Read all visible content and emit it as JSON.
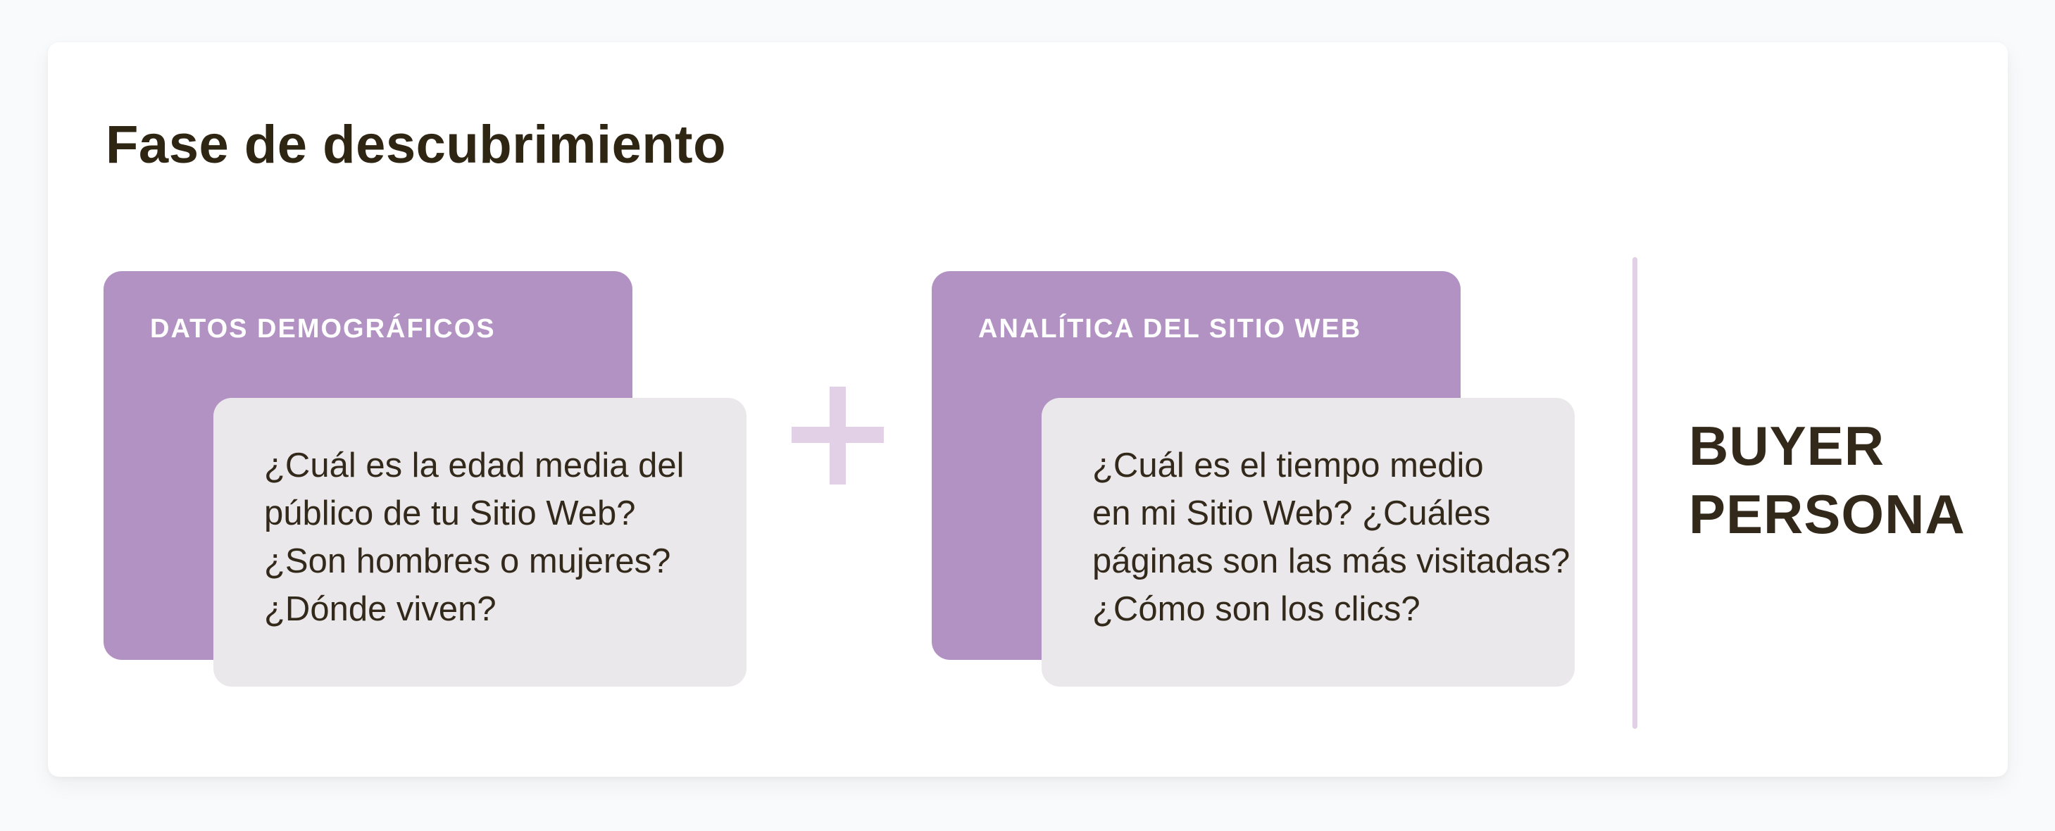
{
  "title": "Fase de descubrimiento",
  "colors": {
    "purple_box": "#b292c3",
    "light_lavender": "#e2d1e6",
    "gray_box": "#eae8eb",
    "dark_text": "#33291b",
    "heading_text": "#ffffff",
    "card_background": "#ffffff",
    "page_background": "#f9fafb"
  },
  "diagram": {
    "groups": [
      {
        "heading": "DATOS DEMOGRÁFICOS",
        "body": "¿Cuál es la edad media del\npúblico de tu Sitio Web?\n¿Son hombres o mujeres?\n¿Dónde viven?"
      },
      {
        "heading": "ANALÍTICA DEL SITIO WEB",
        "body": "¿Cuál es el tiempo medio\nen mi Sitio Web? ¿Cuáles\npáginas son las más visitadas?\n¿Cómo son los clics?"
      }
    ],
    "operator_icon": "plus-icon",
    "result": "BUYER\nPERSONA"
  }
}
